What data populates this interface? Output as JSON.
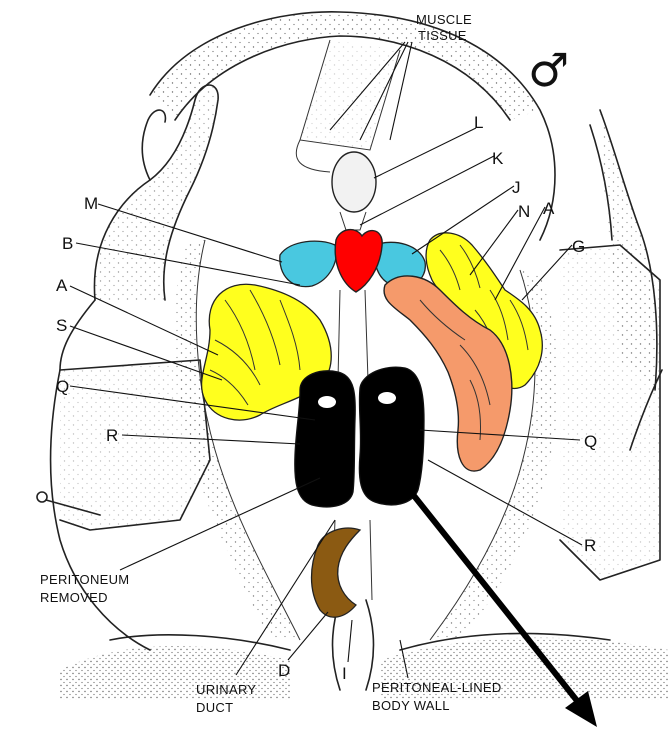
{
  "symbol": "♂",
  "captions": {
    "muscle_1": "MUSCLE",
    "muscle_2": "TISSUE",
    "peritoneum_1": "PERITONEUM",
    "peritoneum_2": "REMOVED",
    "urinary_1": "URINARY",
    "urinary_2": "DUCT",
    "wall_1": "PERITONEAL-LINED",
    "wall_2": "BODY WALL"
  },
  "labels": {
    "L": "L",
    "K": "K",
    "J": "J",
    "N": "N",
    "A_right": "A",
    "G": "G",
    "M": "M",
    "B": "B",
    "A_left": "A",
    "S": "S",
    "Q_left": "Q",
    "R_left": "R",
    "Q_right": "Q",
    "R_right": "R",
    "D": "D",
    "I": "I"
  },
  "colors": {
    "heart": "#ff0000",
    "atria": "#49c8e0",
    "fat_bodies": "#ffff1e",
    "liver": "#f59a6b",
    "testes": "#000000",
    "bladder": "#8b5a12",
    "arrow": "#000000"
  }
}
